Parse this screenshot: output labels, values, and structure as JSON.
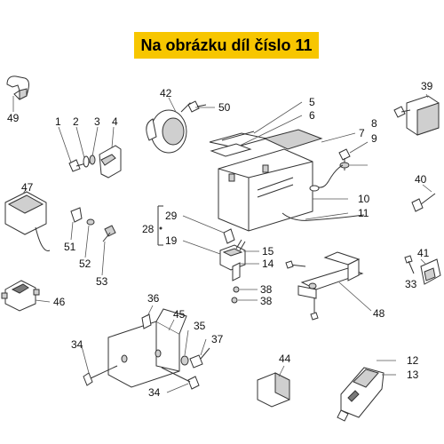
{
  "header": {
    "title": "Na obrázku díl číslo 11"
  },
  "callouts": {
    "c1": "1",
    "c2": "2",
    "c3": "3",
    "c4": "4",
    "c5": "5",
    "c6": "6",
    "c7": "7",
    "c8": "8",
    "c9": "9",
    "c10": "10",
    "c11": "11",
    "c12": "12",
    "c13": "13",
    "c14": "14",
    "c15": "15",
    "c19": "19",
    "c28": "28",
    "c29": "29",
    "c33": "33",
    "c34a": "34",
    "c34b": "34",
    "c35": "35",
    "c36": "36",
    "c37": "37",
    "c38a": "38",
    "c38b": "38",
    "c39": "39",
    "c40": "40",
    "c41": "41",
    "c42": "42",
    "c44": "44",
    "c45": "45",
    "c46": "46",
    "c47": "47",
    "c48": "48",
    "c49": "49",
    "c50": "50",
    "c51": "51",
    "c52": "52",
    "c53": "53"
  },
  "colors": {
    "banner": "#f7c600",
    "line": "#333333"
  }
}
